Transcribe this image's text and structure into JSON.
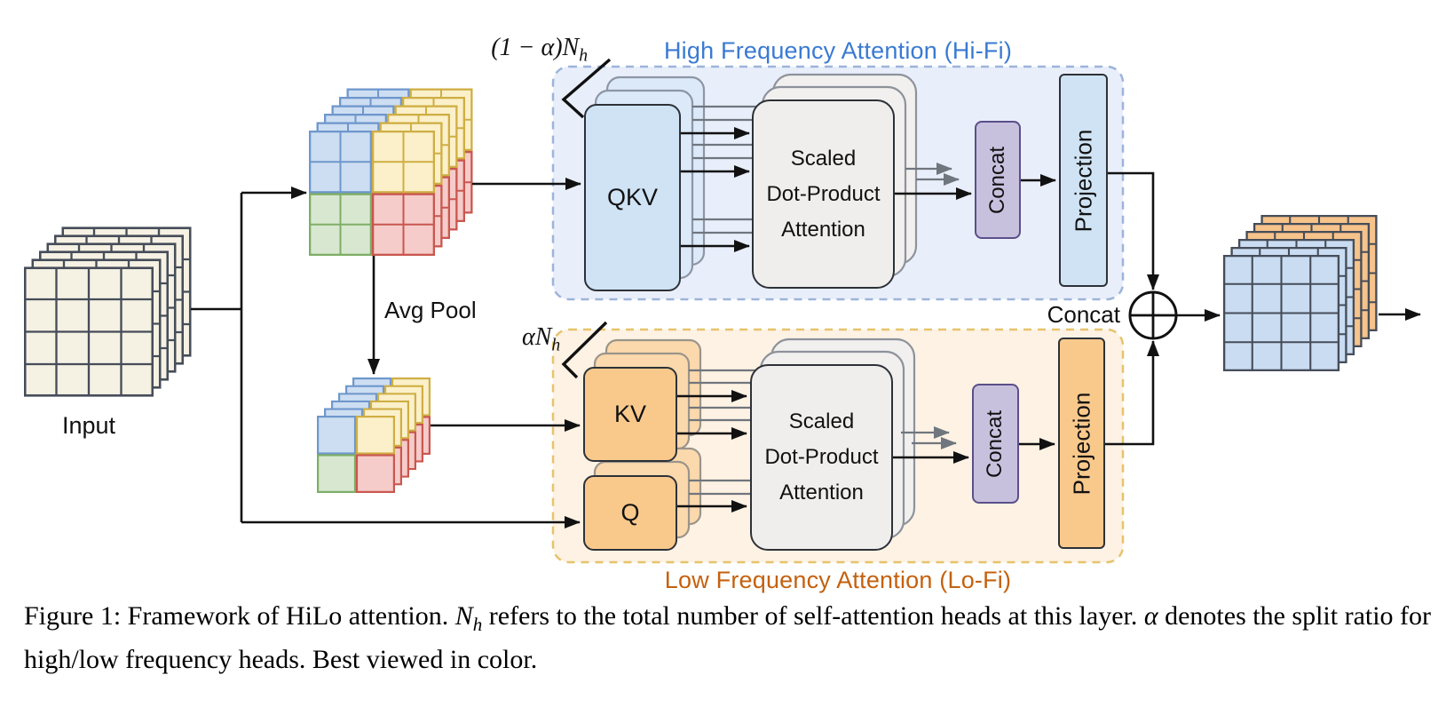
{
  "palette": {
    "hifi_title_color": "#3a7ad2",
    "lofi_title_color": "#c4610f",
    "hifi_region_fill": "#e9eefb",
    "hifi_region_border": "#9db4da",
    "lofi_region_fill": "#fdf2e3",
    "lofi_region_border": "#e6c36c",
    "box_blue": "#cfe3f5",
    "box_orange": "#f9c98c",
    "box_gray": "#efeeec",
    "concat_purple": "#c8c1de",
    "map_blue": "#cddef2",
    "map_yellow": "#fbf0ca",
    "map_green": "#d8e8d0",
    "map_red": "#f5ccca",
    "input_beige": "#f5f1e3",
    "output_blue": "#c9dcf2",
    "output_orange": "#f6c38b"
  },
  "diagram": {
    "input_label": "Input",
    "avg_pool_label": "Avg Pool",
    "merge_label": "Concat",
    "hifi": {
      "title": "High Frequency Attention (Hi-Fi)",
      "heads_base": "(1 − α)N",
      "heads_sub": "h",
      "qkv": "QKV",
      "attention": "Scaled\nDot-Product\nAttention",
      "concat": "Concat",
      "projection": "Projection"
    },
    "lofi": {
      "title": "Low Frequency Attention (Lo-Fi)",
      "heads_base": "αN",
      "heads_sub": "h",
      "kv": "KV",
      "q": "Q",
      "attention": "Scaled\nDot-Product\nAttention",
      "concat": "Concat",
      "projection": "Projection"
    }
  },
  "caption": {
    "seg1": "Figure 1: Framework of HiLo attention. ",
    "math1_base": "N",
    "math1_sub": "h",
    "seg2": " refers to the total number of self-attention heads at this layer. ",
    "math2": "α",
    "seg3": " denotes the split ratio for high/low frequency heads. Best viewed in color."
  }
}
